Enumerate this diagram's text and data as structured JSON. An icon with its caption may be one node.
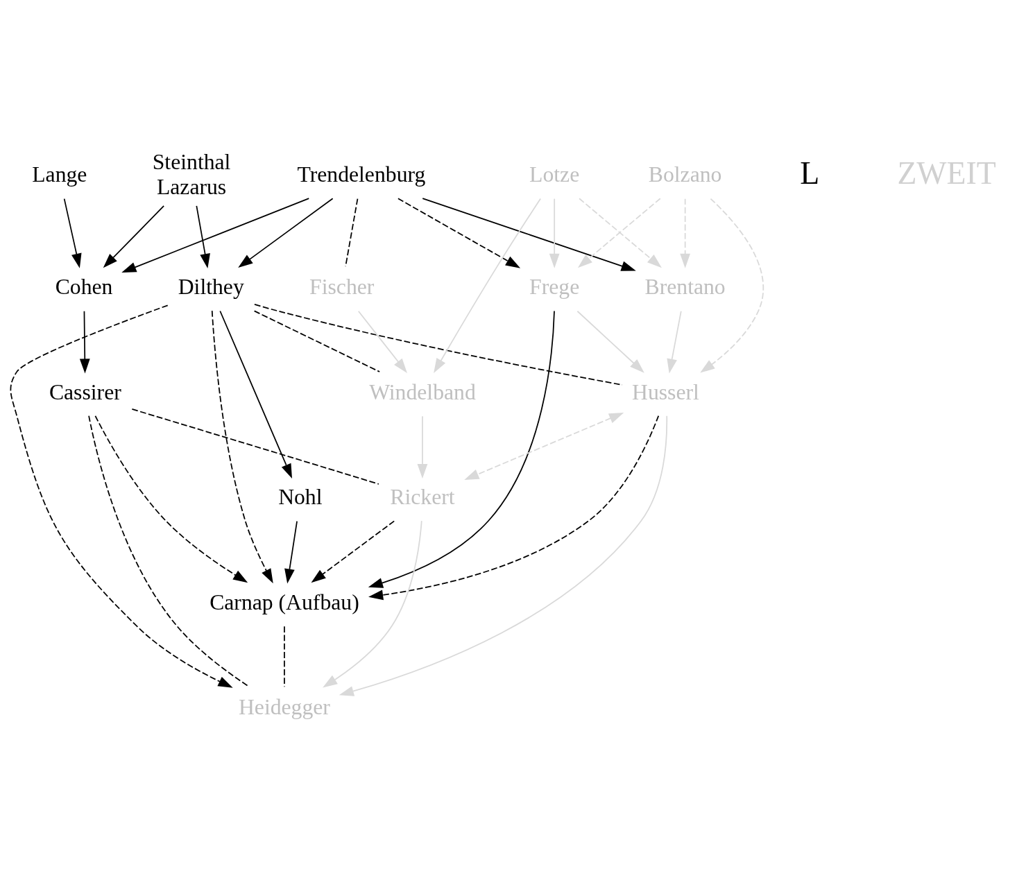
{
  "diagram": {
    "nodes": [
      {
        "text": [
          "Trendelenburg"
        ]
      },
      {
        "text": [
          "Steinthal",
          "Lazarus"
        ]
      },
      {
        "text": [
          "Dilthey"
        ]
      },
      {
        "text": [
          "Lange"
        ]
      },
      {
        "text": [
          "Cohen"
        ]
      },
      {
        "text": [
          "Cassirer"
        ]
      },
      {
        "text": [
          "Nohl"
        ]
      },
      {
        "text": [
          "Carnap (Aufbau)"
        ]
      },
      {
        "text": [
          "Bolzano"
        ]
      },
      {
        "text": [
          "Lotze"
        ]
      },
      {
        "text": [
          "Fischer"
        ]
      },
      {
        "text": [
          "Brentano"
        ]
      },
      {
        "text": [
          "Frege"
        ]
      },
      {
        "text": [
          "Windelband"
        ]
      },
      {
        "text": [
          "Husserl"
        ]
      },
      {
        "text": [
          "Rickert"
        ]
      },
      {
        "text": [
          "Heidegger"
        ]
      }
    ],
    "edges": [
      {
        "from": 0,
        "to": 2,
        "arrow": "to"
      },
      {
        "from": 0,
        "to": 4,
        "arrow": "to"
      },
      {
        "from": 0,
        "to": 12,
        "arrow": "to",
        "style": "dashed"
      },
      {
        "from": 0,
        "to": 11,
        "arrow": "to"
      },
      {
        "from": 0,
        "to": 10,
        "arrow": "none",
        "style": "dashed"
      },
      {
        "from": 1,
        "to": 2,
        "arrow": "to"
      },
      {
        "from": 1,
        "to": 4,
        "arrow": "to"
      },
      {
        "from": 3,
        "to": 4,
        "arrow": "to"
      },
      {
        "from": 2,
        "to": 6,
        "arrow": "to"
      },
      {
        "from": 2,
        "to": 7,
        "arrow": "to",
        "style": "dashed"
      },
      {
        "from": 2,
        "to": 13,
        "arrow": "none",
        "style": "dashed"
      },
      {
        "from": 2,
        "to": 14,
        "arrow": "none",
        "style": "dashed"
      },
      {
        "from": 2,
        "to": 16,
        "arrow": "to",
        "style": "dashed"
      },
      {
        "from": 4,
        "to": 5,
        "arrow": "to"
      },
      {
        "from": 5,
        "to": 7,
        "arrow": "to",
        "style": "dashed"
      },
      {
        "from": 5,
        "to": 15,
        "arrow": "none",
        "style": "dashed"
      },
      {
        "from": 5,
        "to": 16,
        "arrow": "none",
        "style": "dashed"
      },
      {
        "from": 12,
        "to": 7,
        "arrow": "to"
      },
      {
        "from": 14,
        "to": 7,
        "arrow": "to",
        "style": "dashed"
      },
      {
        "from": 15,
        "to": 7,
        "arrow": "to",
        "style": "dashed"
      },
      {
        "from": 7,
        "to": 16,
        "arrow": "none",
        "style": "dashed"
      },
      {
        "from": 6,
        "to": 7,
        "arrow": "to"
      },
      {
        "from": 8,
        "to": 12,
        "arrow": "to",
        "style": "dashed",
        "color": "#d9d9d9"
      },
      {
        "from": 8,
        "to": 14,
        "arrow": "to",
        "style": "dashed",
        "color": "#d9d9d9"
      },
      {
        "from": 8,
        "to": 11,
        "arrow": "to",
        "style": "dashed",
        "color": "#d9d9d9"
      },
      {
        "from": 9,
        "to": 12,
        "arrow": "to",
        "color": "#d9d9d9"
      },
      {
        "from": 9,
        "to": 11,
        "arrow": "to",
        "style": "dashed",
        "color": "#d9d9d9"
      },
      {
        "from": 9,
        "to": 13,
        "arrow": "to",
        "color": "#d9d9d9"
      },
      {
        "from": 10,
        "to": 13,
        "arrow": "to",
        "color": "#d9d9d9"
      },
      {
        "from": 11,
        "to": 14,
        "arrow": "to",
        "color": "#d9d9d9"
      },
      {
        "from": 12,
        "to": 14,
        "arrow": "to",
        "color": "#d9d9d9"
      },
      {
        "from": 13,
        "to": 15,
        "arrow": "to",
        "color": "#d9d9d9"
      },
      {
        "from": 14,
        "to": 15,
        "arrow": "both",
        "style": "dashed",
        "color": "#d9d9d9"
      },
      {
        "from": 14,
        "to": 16,
        "arrow": "to",
        "color": "#d9d9d9"
      },
      {
        "from": 15,
        "to": 16,
        "arrow": "to",
        "color": "#d9d9d9"
      }
    ],
    "labels": [
      "L",
      "ZWEIT"
    ]
  }
}
